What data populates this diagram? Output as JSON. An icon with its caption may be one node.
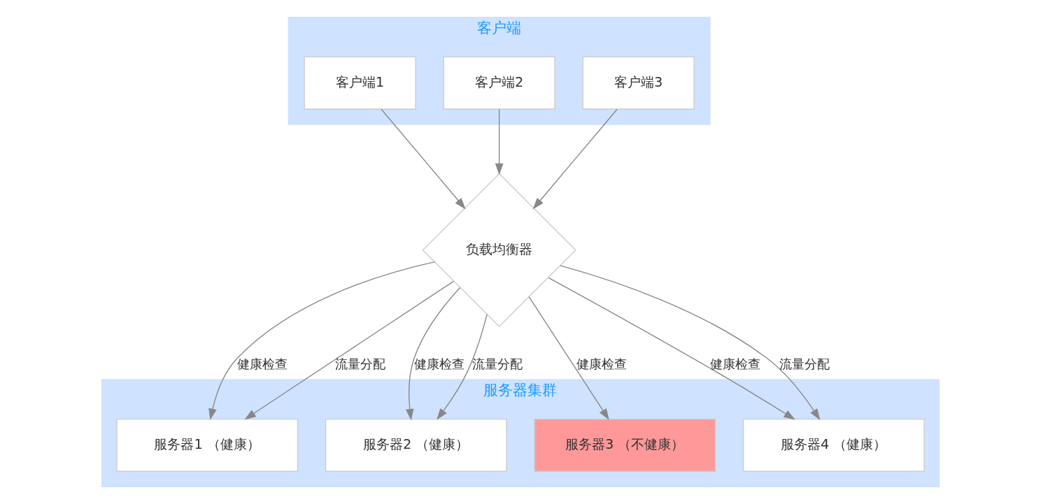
{
  "diagram": {
    "nodes": [
      {
        "text": [
          "客户端"
        ]
      },
      {
        "text": [
          "客户端1"
        ],
        "in": 0
      },
      {
        "text": [
          "客户端2"
        ],
        "in": 0
      },
      {
        "text": [
          "客户端3"
        ],
        "in": 0
      },
      {
        "text": [
          "负载均衡器"
        ]
      },
      {
        "text": [
          "服务器集群"
        ]
      },
      {
        "text": [
          "服务器1 （健康）"
        ],
        "in": 5
      },
      {
        "text": [
          "服务器2 （健康）"
        ],
        "in": 5
      },
      {
        "text": [
          "服务器3 （不健康）"
        ],
        "in": 5
      },
      {
        "text": [
          "服务器4 （健康）"
        ],
        "in": 5
      }
    ],
    "edges": [
      {
        "from": 1,
        "to": 4,
        "arrow": "to"
      },
      {
        "from": 2,
        "to": 4,
        "arrow": "to"
      },
      {
        "from": 3,
        "to": 4,
        "arrow": "to"
      },
      {
        "from": 4,
        "to": 6,
        "arrow": "to",
        "label": "健康检查"
      },
      {
        "from": 4,
        "to": 6,
        "arrow": "to",
        "label": "流量分配"
      },
      {
        "from": 4,
        "to": 7,
        "arrow": "to",
        "label": "健康检查"
      },
      {
        "from": 4,
        "to": 7,
        "arrow": "to",
        "label": "流量分配"
      },
      {
        "from": 4,
        "to": 8,
        "arrow": "to",
        "label": "健康检查"
      },
      {
        "from": 4,
        "to": 9,
        "arrow": "to",
        "label": "健康检查"
      },
      {
        "from": 4,
        "to": 9,
        "arrow": "to",
        "label": "流量分配"
      }
    ]
  }
}
